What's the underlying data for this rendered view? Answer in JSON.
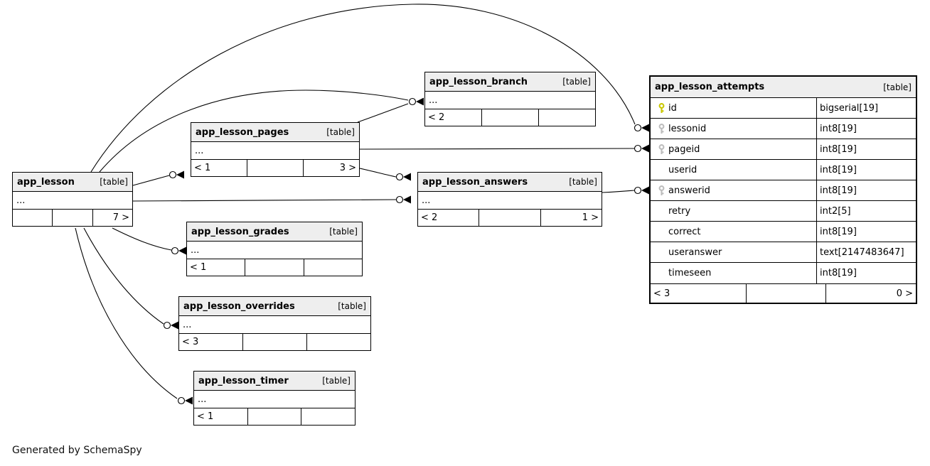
{
  "credit": "Generated by SchemaSpy",
  "colors": {
    "primary_key": "#c9c700",
    "foreign_key": "#bdbdbd",
    "header_bg": "#eeeeee",
    "border": "#000000"
  },
  "tables": {
    "app_lesson": {
      "title": "app_lesson",
      "tag": "[table]",
      "summary": "...",
      "footer": {
        "left": "",
        "middle": "",
        "right": "7 >"
      }
    },
    "app_lesson_pages": {
      "title": "app_lesson_pages",
      "tag": "[table]",
      "summary": "...",
      "footer": {
        "left": "< 1",
        "middle": "",
        "right": "3 >"
      }
    },
    "app_lesson_branch": {
      "title": "app_lesson_branch",
      "tag": "[table]",
      "summary": "...",
      "footer": {
        "left": "< 2",
        "middle": "",
        "right": ""
      }
    },
    "app_lesson_answers": {
      "title": "app_lesson_answers",
      "tag": "[table]",
      "summary": "...",
      "footer": {
        "left": "< 2",
        "middle": "",
        "right": "1 >"
      }
    },
    "app_lesson_grades": {
      "title": "app_lesson_grades",
      "tag": "[table]",
      "summary": "...",
      "footer": {
        "left": "< 1",
        "middle": "",
        "right": ""
      }
    },
    "app_lesson_overrides": {
      "title": "app_lesson_overrides",
      "tag": "[table]",
      "summary": "...",
      "footer": {
        "left": "< 3",
        "middle": "",
        "right": ""
      }
    },
    "app_lesson_timer": {
      "title": "app_lesson_timer",
      "tag": "[table]",
      "summary": "...",
      "footer": {
        "left": "< 1",
        "middle": "",
        "right": ""
      }
    },
    "app_lesson_attempts": {
      "title": "app_lesson_attempts",
      "tag": "[table]",
      "columns": [
        {
          "name": "id",
          "type": "bigserial[19]",
          "key": "primary"
        },
        {
          "name": "lessonid",
          "type": "int8[19]",
          "key": "foreign"
        },
        {
          "name": "pageid",
          "type": "int8[19]",
          "key": "foreign"
        },
        {
          "name": "userid",
          "type": "int8[19]",
          "key": "none"
        },
        {
          "name": "answerid",
          "type": "int8[19]",
          "key": "foreign"
        },
        {
          "name": "retry",
          "type": "int2[5]",
          "key": "none"
        },
        {
          "name": "correct",
          "type": "int8[19]",
          "key": "none"
        },
        {
          "name": "useranswer",
          "type": "text[2147483647]",
          "key": "none"
        },
        {
          "name": "timeseen",
          "type": "int8[19]",
          "key": "none"
        }
      ],
      "footer": {
        "left": "< 3",
        "middle": "",
        "right": "0 >"
      }
    }
  }
}
